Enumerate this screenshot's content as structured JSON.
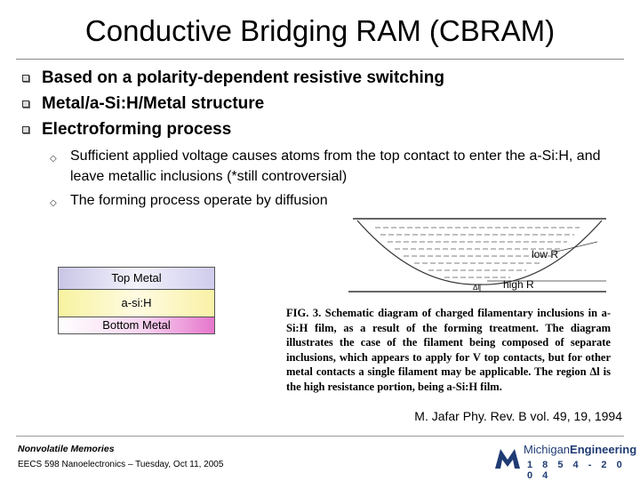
{
  "slide": {
    "title": "Conductive Bridging RAM (CBRAM)",
    "bullets": [
      "Based on a polarity-dependent resistive switching",
      "Metal/a-Si:H/Metal structure",
      "Electroforming process"
    ],
    "sub_bullets": [
      "Sufficient applied voltage causes atoms from the top contact to enter the a-Si:H, and leave metallic inclusions (*still controversial)",
      "The forming process operate by diffusion"
    ]
  },
  "stack": {
    "top": "Top Metal",
    "middle": "a-si:H",
    "bottom": "Bottom Metal"
  },
  "figure": {
    "label_low_r": "low R",
    "label_high_r": "high R",
    "label_delta": "Δl",
    "caption": "FIG. 3. Schematic diagram of charged filamentary inclusions in a-Si:H film, as a result of the forming treatment. The diagram illustrates the case of the filament being composed of separate inclusions, which appears to apply for V top contacts, but for other metal contacts a single filament may be applicable. The region Δl is the high resistance portion, being a-Si:H film."
  },
  "reference": "M. Jafar Phy. Rev. B vol. 49, 19, 1994",
  "footer": {
    "course_title": "Nonvolatile Memories",
    "course_info": "EECS 598 Nanoelectronics – Tuesday, Oct 11, 2005",
    "logo_word_1": "Michigan",
    "logo_word_2": "Engineering",
    "logo_years": "1 8 5 4 - 2 0 0 4"
  },
  "colors": {
    "logo_blue": "#1f3b73",
    "top_metal": "#c9c6e6",
    "asi": "#f7f3a0",
    "bottom_metal": "#e676cc"
  }
}
